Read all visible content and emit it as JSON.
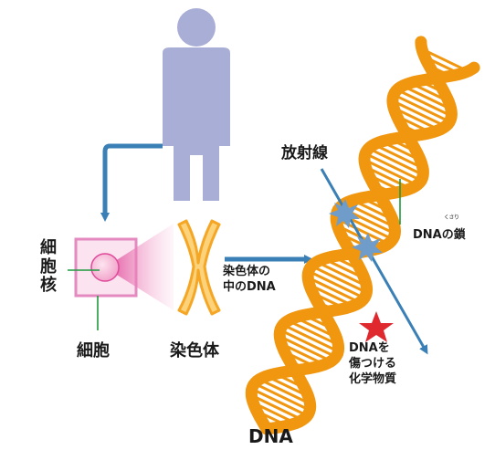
{
  "labels": {
    "nucleus": "細胞核",
    "cell": "細胞",
    "chromosome": "染色体",
    "dna_in_chromosome": [
      "染色体の",
      "中のDNA"
    ],
    "radiation": "放射線",
    "dna_chain": "DNAの鎖",
    "dna_chain_reading": "くさり",
    "chemical": [
      "DNAを",
      "傷つける",
      "化学物質"
    ],
    "dna": "DNA"
  },
  "colors": {
    "person": "#a9aed6",
    "arrow": "#3a7fb5",
    "cell_border": "#e58ac0",
    "nucleus_fill": "#f2a7cc",
    "nucleus_pointer": "#e0499a",
    "chromosome": "#f5b03a",
    "dna_strand": "#f0960f",
    "leader_line": "#1e9a3e",
    "burst": "#6f9cc8",
    "star": "#e0292f"
  },
  "icons": [
    "person-icon",
    "arrow-icon",
    "star-icon",
    "burst-icon"
  ]
}
